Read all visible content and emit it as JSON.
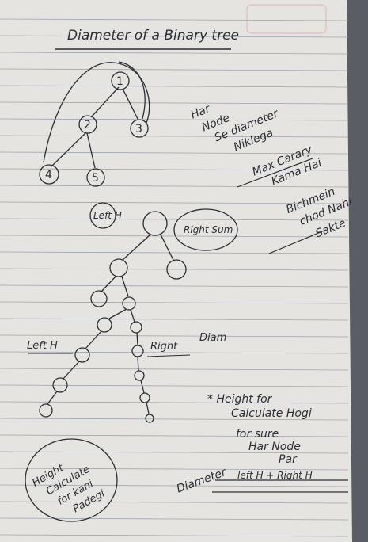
{
  "title": "Diameter of a Binary tree",
  "tree1": {
    "nodes": [
      "1",
      "2",
      "3",
      "4",
      "5"
    ]
  },
  "side_note": [
    "Har",
    "Node",
    "Se diameter",
    "Niklega",
    "Max Carary",
    "Kama Hai",
    "Bichmein",
    "chod Nahi",
    "Sakte"
  ],
  "tree2_labels": {
    "left_height": "Left H",
    "right_height": "Right Sum",
    "left": "Left H",
    "right": "Right",
    "diam": "Diam"
  },
  "note_bottom": [
    "* Height for",
    "Calculate Hogi",
    "for sure",
    "Har Node",
    "Par"
  ],
  "diameter": {
    "label": "Diameter",
    "formula": "left H + Right H"
  },
  "circle_note": [
    "Height",
    "Calculate",
    "for kani",
    "Padegi"
  ],
  "stamp_colors": {
    "paper": "#eceae6",
    "lines": "#9aa0aa",
    "margin": "#c98d92",
    "ink": "#2a2d33"
  }
}
